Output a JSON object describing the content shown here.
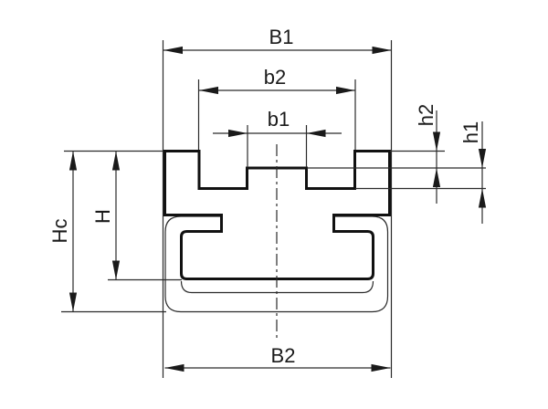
{
  "drawing": {
    "kind": "chain-guide-profile-cross-section",
    "labels": {
      "B1": "B1",
      "b2": "b2",
      "b1": "b1",
      "h2": "h2",
      "h1": "h1",
      "Hc": "Hc",
      "H": "H",
      "B2": "B2"
    },
    "colors": {
      "line": "#1a1a1a",
      "background": "#ffffff"
    }
  }
}
